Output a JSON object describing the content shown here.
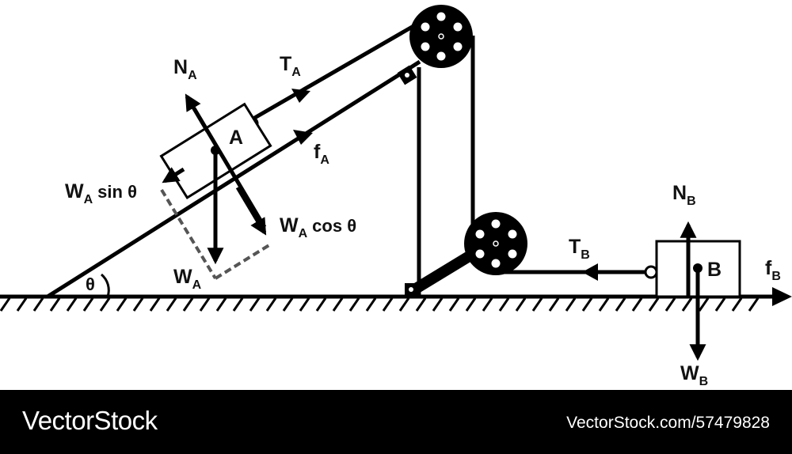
{
  "labels": {
    "block_a": "A",
    "block_b": "B",
    "angle": "θ",
    "n_a_main": "N",
    "n_a_sub": "A",
    "t_a_main": "T",
    "t_a_sub": "A",
    "f_a_main": "f",
    "f_a_sub": "A",
    "wsin_main": "W",
    "wsin_sub": "A",
    "wsin_tail": "sin θ",
    "wcos_main": "W",
    "wcos_sub": "A",
    "wcos_tail": "cos θ",
    "w_a_main": "W",
    "w_a_sub": "A",
    "n_b_main": "N",
    "n_b_sub": "B",
    "t_b_main": "T",
    "t_b_sub": "B",
    "f_b_main": "f",
    "f_b_sub": "B",
    "w_b_main": "W",
    "w_b_sub": "B"
  },
  "footer": {
    "brand": "VectorStock",
    "url": "VectorStock.com/57479828"
  },
  "colors": {
    "ink": "#000000",
    "dash": "#555555",
    "hole": "#ffffff",
    "footer_bg": "#000000",
    "footer_text": "#ffffff"
  }
}
